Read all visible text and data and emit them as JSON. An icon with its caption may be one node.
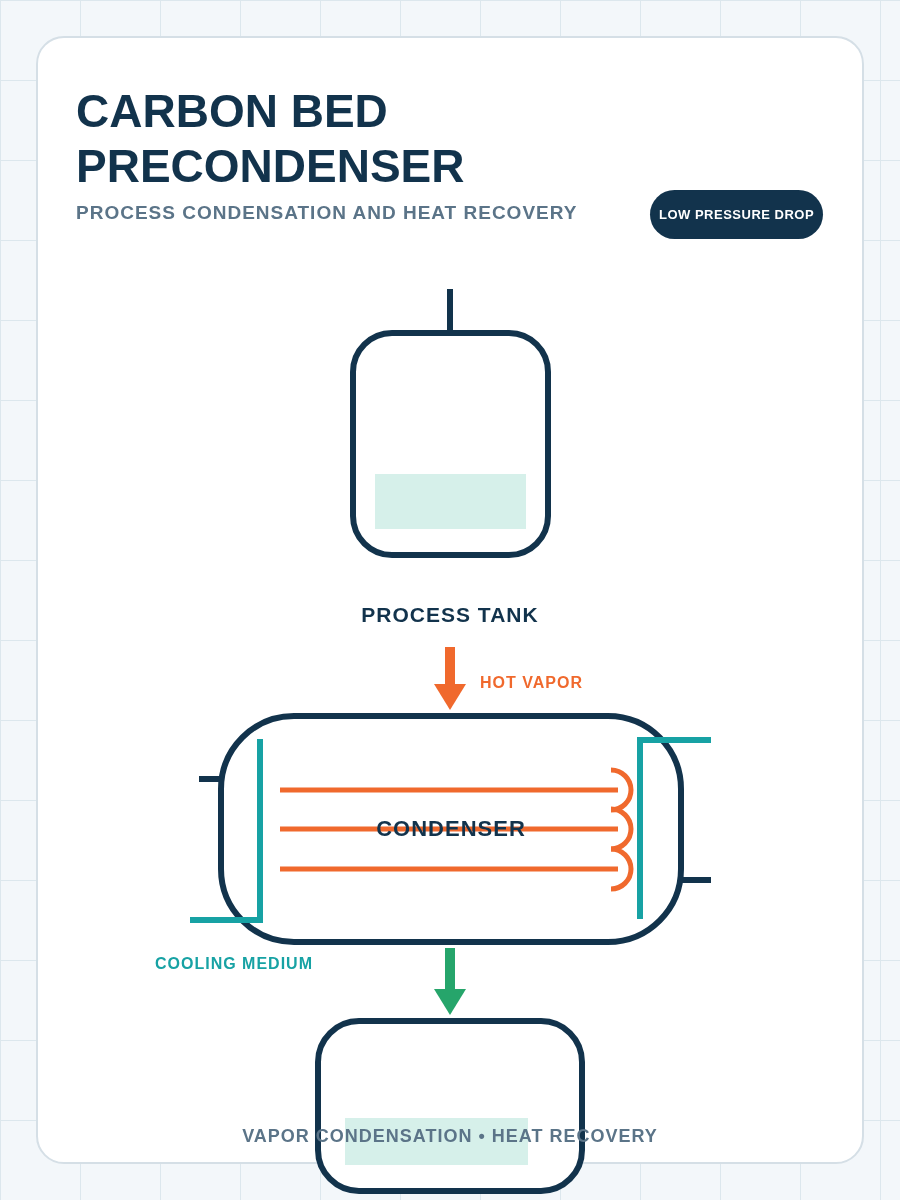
{
  "diagram": {
    "title": "CARBON BED PRECONDENSER",
    "caption": "VAPOR CONDENSATION • HEAT RECOVERY",
    "nodes": [
      {
        "text": [
          "PROCESS TANK"
        ]
      },
      {
        "text": [
          "CONDENSER"
        ]
      },
      {
        "text": [],
        "shape": "box"
      }
    ],
    "edges": [
      {
        "from": 0,
        "to": 1,
        "arrow": "to",
        "label": "HOT VAPOR",
        "color": "#f0692d"
      },
      {
        "from": 1,
        "to": 2,
        "arrow": "to",
        "color": "#26a56b"
      }
    ],
    "labels": [
      "PROCESS CONDENSATION AND HEAT RECOVERY",
      "LOW PRESSURE DROP",
      "COOLING MEDIUM"
    ]
  }
}
